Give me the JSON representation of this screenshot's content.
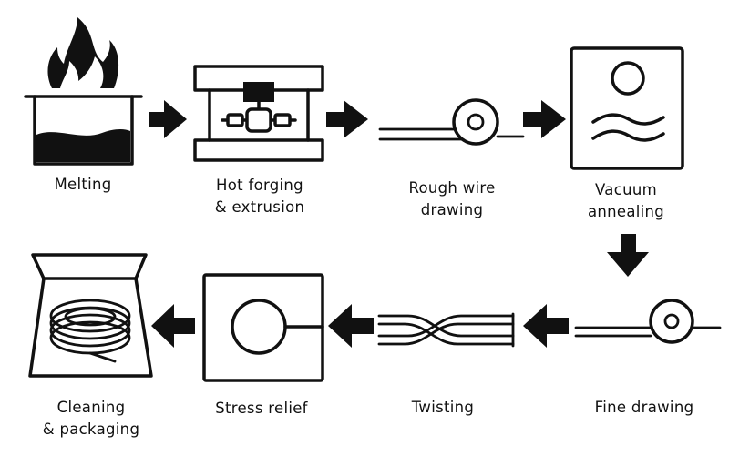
{
  "steps": [
    {
      "id": "melting",
      "line1": "Melting",
      "line2": "",
      "icon": "crucible-flame-icon"
    },
    {
      "id": "hot-forging",
      "line1": "Hot forging",
      "line2": "& extrusion",
      "icon": "press-icon"
    },
    {
      "id": "rough-drawing",
      "line1": "Rough wire",
      "line2": "drawing",
      "icon": "wire-spool-icon"
    },
    {
      "id": "vacuum-annealing",
      "line1": "Vacuum",
      "line2": "annealing",
      "icon": "furnace-icon"
    },
    {
      "id": "fine-drawing",
      "line1": "Fine drawing",
      "line2": "",
      "icon": "wire-spool-icon"
    },
    {
      "id": "twisting",
      "line1": "Twisting",
      "line2": "",
      "icon": "twisted-wire-icon"
    },
    {
      "id": "stress-relief",
      "line1": "Stress relief",
      "line2": "",
      "icon": "oven-icon"
    },
    {
      "id": "cleaning-packaging",
      "line1": "Cleaning",
      "line2": "& packaging",
      "icon": "coil-bag-icon"
    }
  ],
  "colors": {
    "ink": "#111111",
    "background": "#ffffff"
  }
}
